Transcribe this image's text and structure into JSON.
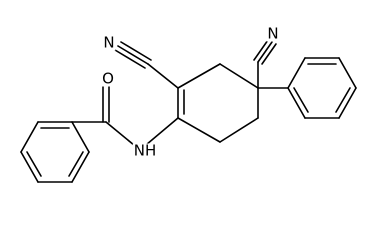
{
  "molecule": {
    "atom_labels": {
      "nitrile_left": "N",
      "nitrile_right": "N",
      "amide_oxygen": "O",
      "amide_nitrogen": "NH"
    },
    "colors": {
      "bond": "#000000",
      "label": "#000000",
      "background": "#ffffff"
    }
  }
}
